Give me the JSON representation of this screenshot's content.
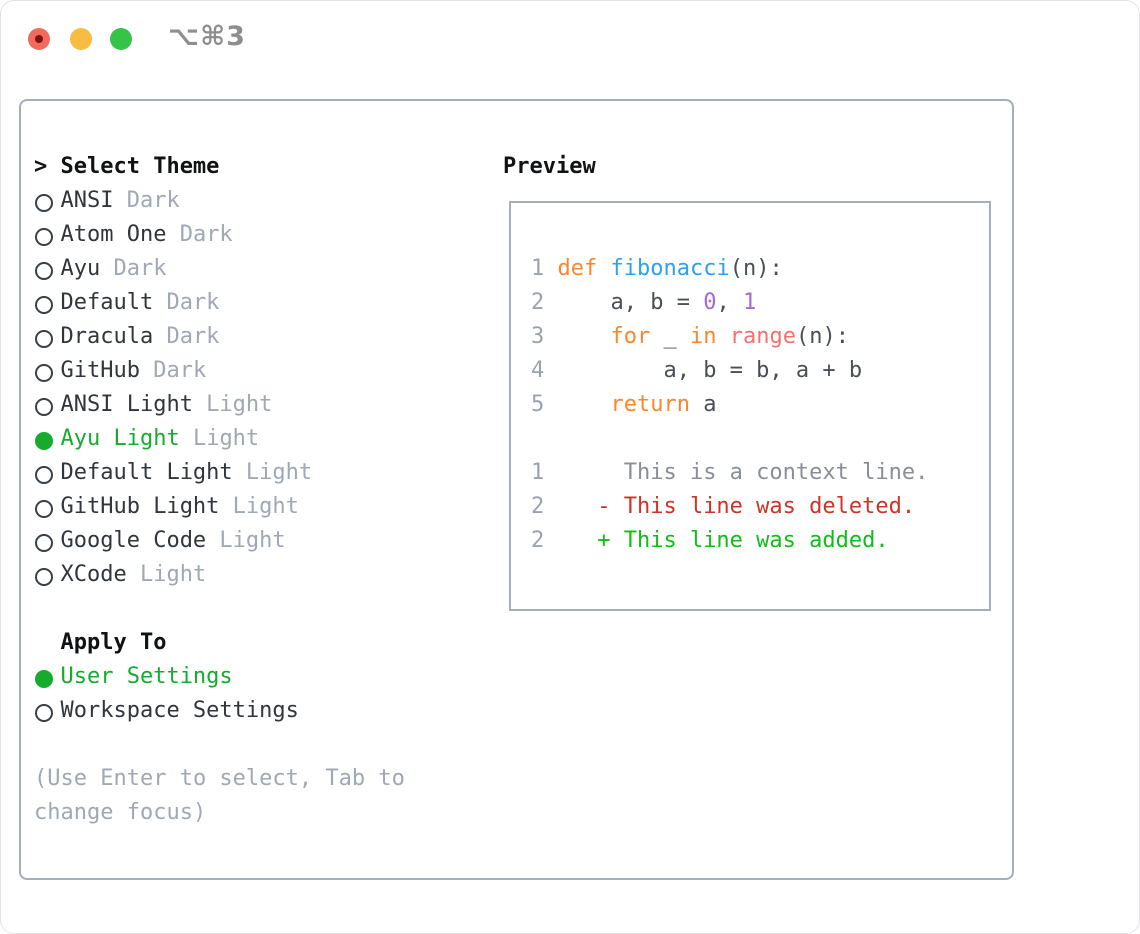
{
  "window": {
    "title": "⌥⌘3"
  },
  "theme_list": {
    "prompt": ">",
    "header": "Select Theme",
    "items": [
      {
        "name": "ANSI",
        "tag": "Dark",
        "selected": false
      },
      {
        "name": "Atom One",
        "tag": "Dark",
        "selected": false
      },
      {
        "name": "Ayu",
        "tag": "Dark",
        "selected": false
      },
      {
        "name": "Default",
        "tag": "Dark",
        "selected": false
      },
      {
        "name": "Dracula",
        "tag": "Dark",
        "selected": false
      },
      {
        "name": "GitHub",
        "tag": "Dark",
        "selected": false
      },
      {
        "name": "ANSI Light",
        "tag": "Light",
        "selected": false
      },
      {
        "name": "Ayu Light",
        "tag": "Light",
        "selected": true
      },
      {
        "name": "Default Light",
        "tag": "Light",
        "selected": false
      },
      {
        "name": "GitHub Light",
        "tag": "Light",
        "selected": false
      },
      {
        "name": "Google Code",
        "tag": "Light",
        "selected": false
      },
      {
        "name": "XCode",
        "tag": "Light",
        "selected": false
      }
    ]
  },
  "apply_to": {
    "header": "Apply To",
    "options": [
      {
        "label": "User Settings",
        "selected": true
      },
      {
        "label": "Workspace Settings",
        "selected": false
      }
    ]
  },
  "footer_hint": "(Use Enter to select, Tab to change focus)",
  "preview": {
    "label": "Preview",
    "lines": [
      [
        [
          "1 ",
          "ln"
        ],
        [
          "def ",
          "kw"
        ],
        [
          "fibonacci",
          "fn"
        ],
        [
          "(n):",
          "var"
        ]
      ],
      [
        [
          "2",
          "ln"
        ],
        [
          "     a, b = ",
          "var"
        ],
        [
          "0",
          "num"
        ],
        [
          ", ",
          "var"
        ],
        [
          "1",
          "num"
        ]
      ],
      [
        [
          "3",
          "ln"
        ],
        [
          "     ",
          "var"
        ],
        [
          "for",
          "kw"
        ],
        [
          " _ ",
          "var"
        ],
        [
          "in",
          "kw"
        ],
        [
          " ",
          "var"
        ],
        [
          "range",
          "str"
        ],
        [
          "(n):",
          "var"
        ]
      ],
      [
        [
          "4",
          "ln"
        ],
        [
          "         a, b = b, a + b",
          "var"
        ]
      ],
      [
        [
          "5",
          "ln"
        ],
        [
          "     ",
          "var"
        ],
        [
          "return",
          "kw"
        ],
        [
          " a",
          "var"
        ]
      ],
      [],
      [
        [
          "1",
          "ln"
        ],
        [
          "      This is a context line.",
          "ctx"
        ]
      ],
      [
        [
          "2",
          "ln"
        ],
        [
          "    - This line was deleted.",
          "del"
        ]
      ],
      [
        [
          "2",
          "ln"
        ],
        [
          "    + This line was added.",
          "add"
        ]
      ]
    ]
  },
  "colors": {
    "accent_green": "#17ab2e",
    "add_green": "#0fbe17",
    "del_red": "#cd3428",
    "kw_orange": "#f9882d",
    "fn_blue": "#2aa1f1",
    "str_coral": "#f4716d",
    "num_purple": "#a566d8",
    "var_dark": "#484f56",
    "ln_gray": "#9aa3ad",
    "ctx_gray": "#898f96",
    "muted_gray": "#a0a8b4",
    "text_dark": "#30363c",
    "header_black": "#101214",
    "bullet_dark": "#3a4047",
    "border_gray": "#a6aeb8",
    "title_gray": "#8e8e8e",
    "light_red": "#f16a5b",
    "light_red_dot": "#7c130e",
    "light_yellow": "#f6bd42",
    "light_green": "#35c348"
  }
}
